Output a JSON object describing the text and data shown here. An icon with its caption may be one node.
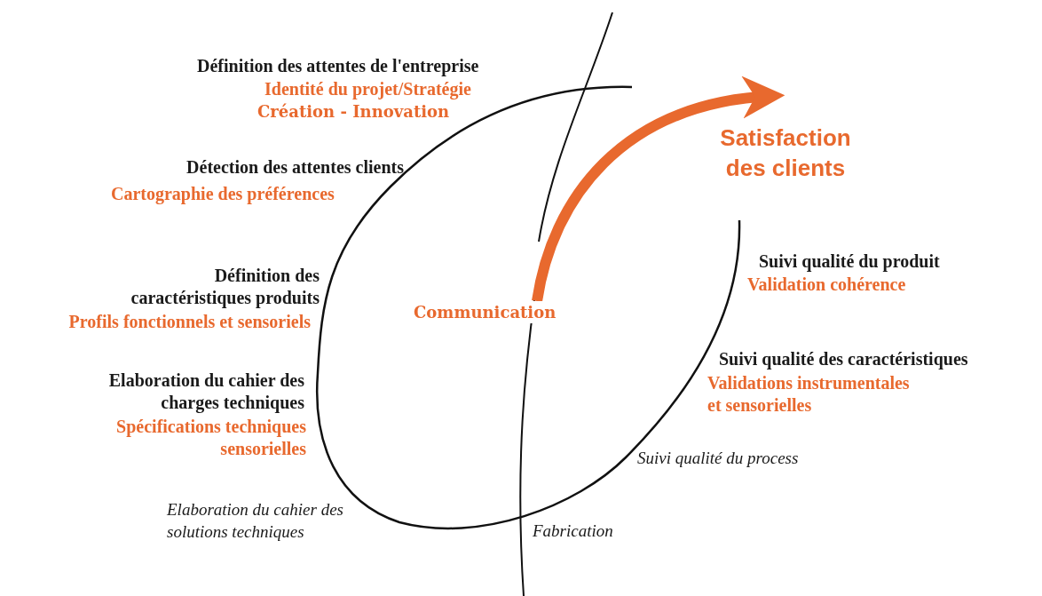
{
  "diagram": {
    "nodes": [
      {
        "text": [
          "Satisfaction des clients"
        ]
      },
      {
        "text": [
          "Communication"
        ]
      }
    ],
    "edges": [
      {
        "from": 1,
        "to": 0,
        "arrow": "to",
        "color": "#e8692e"
      }
    ],
    "labels": [
      "Définition des attentes de l'entreprise",
      "Identité du projet/Stratégie",
      "Création - Innovation",
      "Détection des attentes clients",
      "Cartographie des préférences",
      "Suivi qualité du produit",
      "Validation cohérence",
      "Définition des caractéristiques produits",
      "Profils fonctionnels et sensoriels",
      "Elaboration du cahier des charges techniques",
      "Suivi qualité des caractéristiques",
      "Validations instrumentales et sensorielles",
      "Spécifications techniques sensorielles",
      "Suivi qualité du process",
      "Elaboration du cahier des solutions techniques",
      "Fabrication"
    ]
  }
}
